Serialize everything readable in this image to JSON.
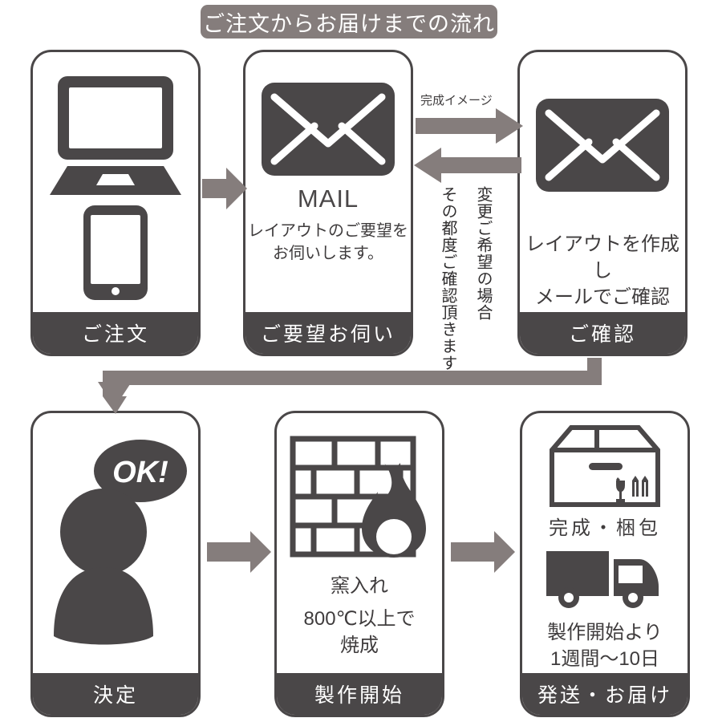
{
  "title": "ご注文からお届けまでの流れ",
  "colors": {
    "dark": "#4a4748",
    "arrow": "#857d7c",
    "title_pill": "#857d7c",
    "text": "#3f3c3d",
    "background": "#ffffff"
  },
  "cards": [
    {
      "key": "order",
      "icon": "laptop-and-tablet-icon",
      "heading": "",
      "body": "",
      "footer": "ご注文"
    },
    {
      "key": "request",
      "icon": "envelope-icon",
      "heading": "MAIL",
      "body": "レイアウトのご要望を\nお伺いします。",
      "footer": "ご要望お伺い"
    },
    {
      "key": "confirm",
      "icon": "envelope-icon",
      "heading": "",
      "body": "レイアウトを作成し\nメールでご確認",
      "footer": "ご確認"
    },
    {
      "key": "decide",
      "icon": "person-ok-icon",
      "heading": "",
      "body": "",
      "footer": "決定",
      "bubble": "OK!"
    },
    {
      "key": "produce",
      "icon": "kiln-flame-icon",
      "heading": "窯入れ",
      "body": "800℃以上で\n焼成",
      "footer": "製作開始"
    },
    {
      "key": "ship",
      "icon": "box-and-truck-icon",
      "heading": "完成・梱包",
      "body": "製作開始より\n1週間～10日",
      "footer": "発送・お届け"
    }
  ],
  "connectors": {
    "order_to_request": "arrow-right",
    "request_to_confirm_label": "完成イメージ",
    "confirm_to_request_note_right": "変更ご希望の場合",
    "confirm_to_request_note_left": "その都度ご確認頂きます。",
    "confirm_to_decide": "arrow-down-left",
    "decide_to_produce": "arrow-right",
    "produce_to_ship": "arrow-right"
  }
}
